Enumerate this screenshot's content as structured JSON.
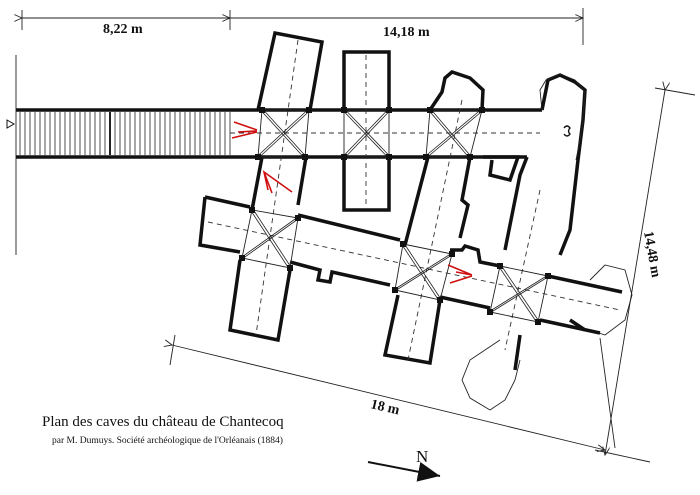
{
  "diagram": {
    "title": "Plan des caves du château de Chantecoq",
    "subtitle": "par M. Dumuys. Société archéologique de l'Orléanais (1884)",
    "dimensions": {
      "stair_length": "8,22 m",
      "corridor_length": "14,18 m",
      "width": "14,48 m",
      "diagonal_length": "18 m"
    },
    "north_label": "N",
    "colors": {
      "walls": "#111111",
      "markers": "#d01010",
      "background": "#ffffff"
    }
  }
}
